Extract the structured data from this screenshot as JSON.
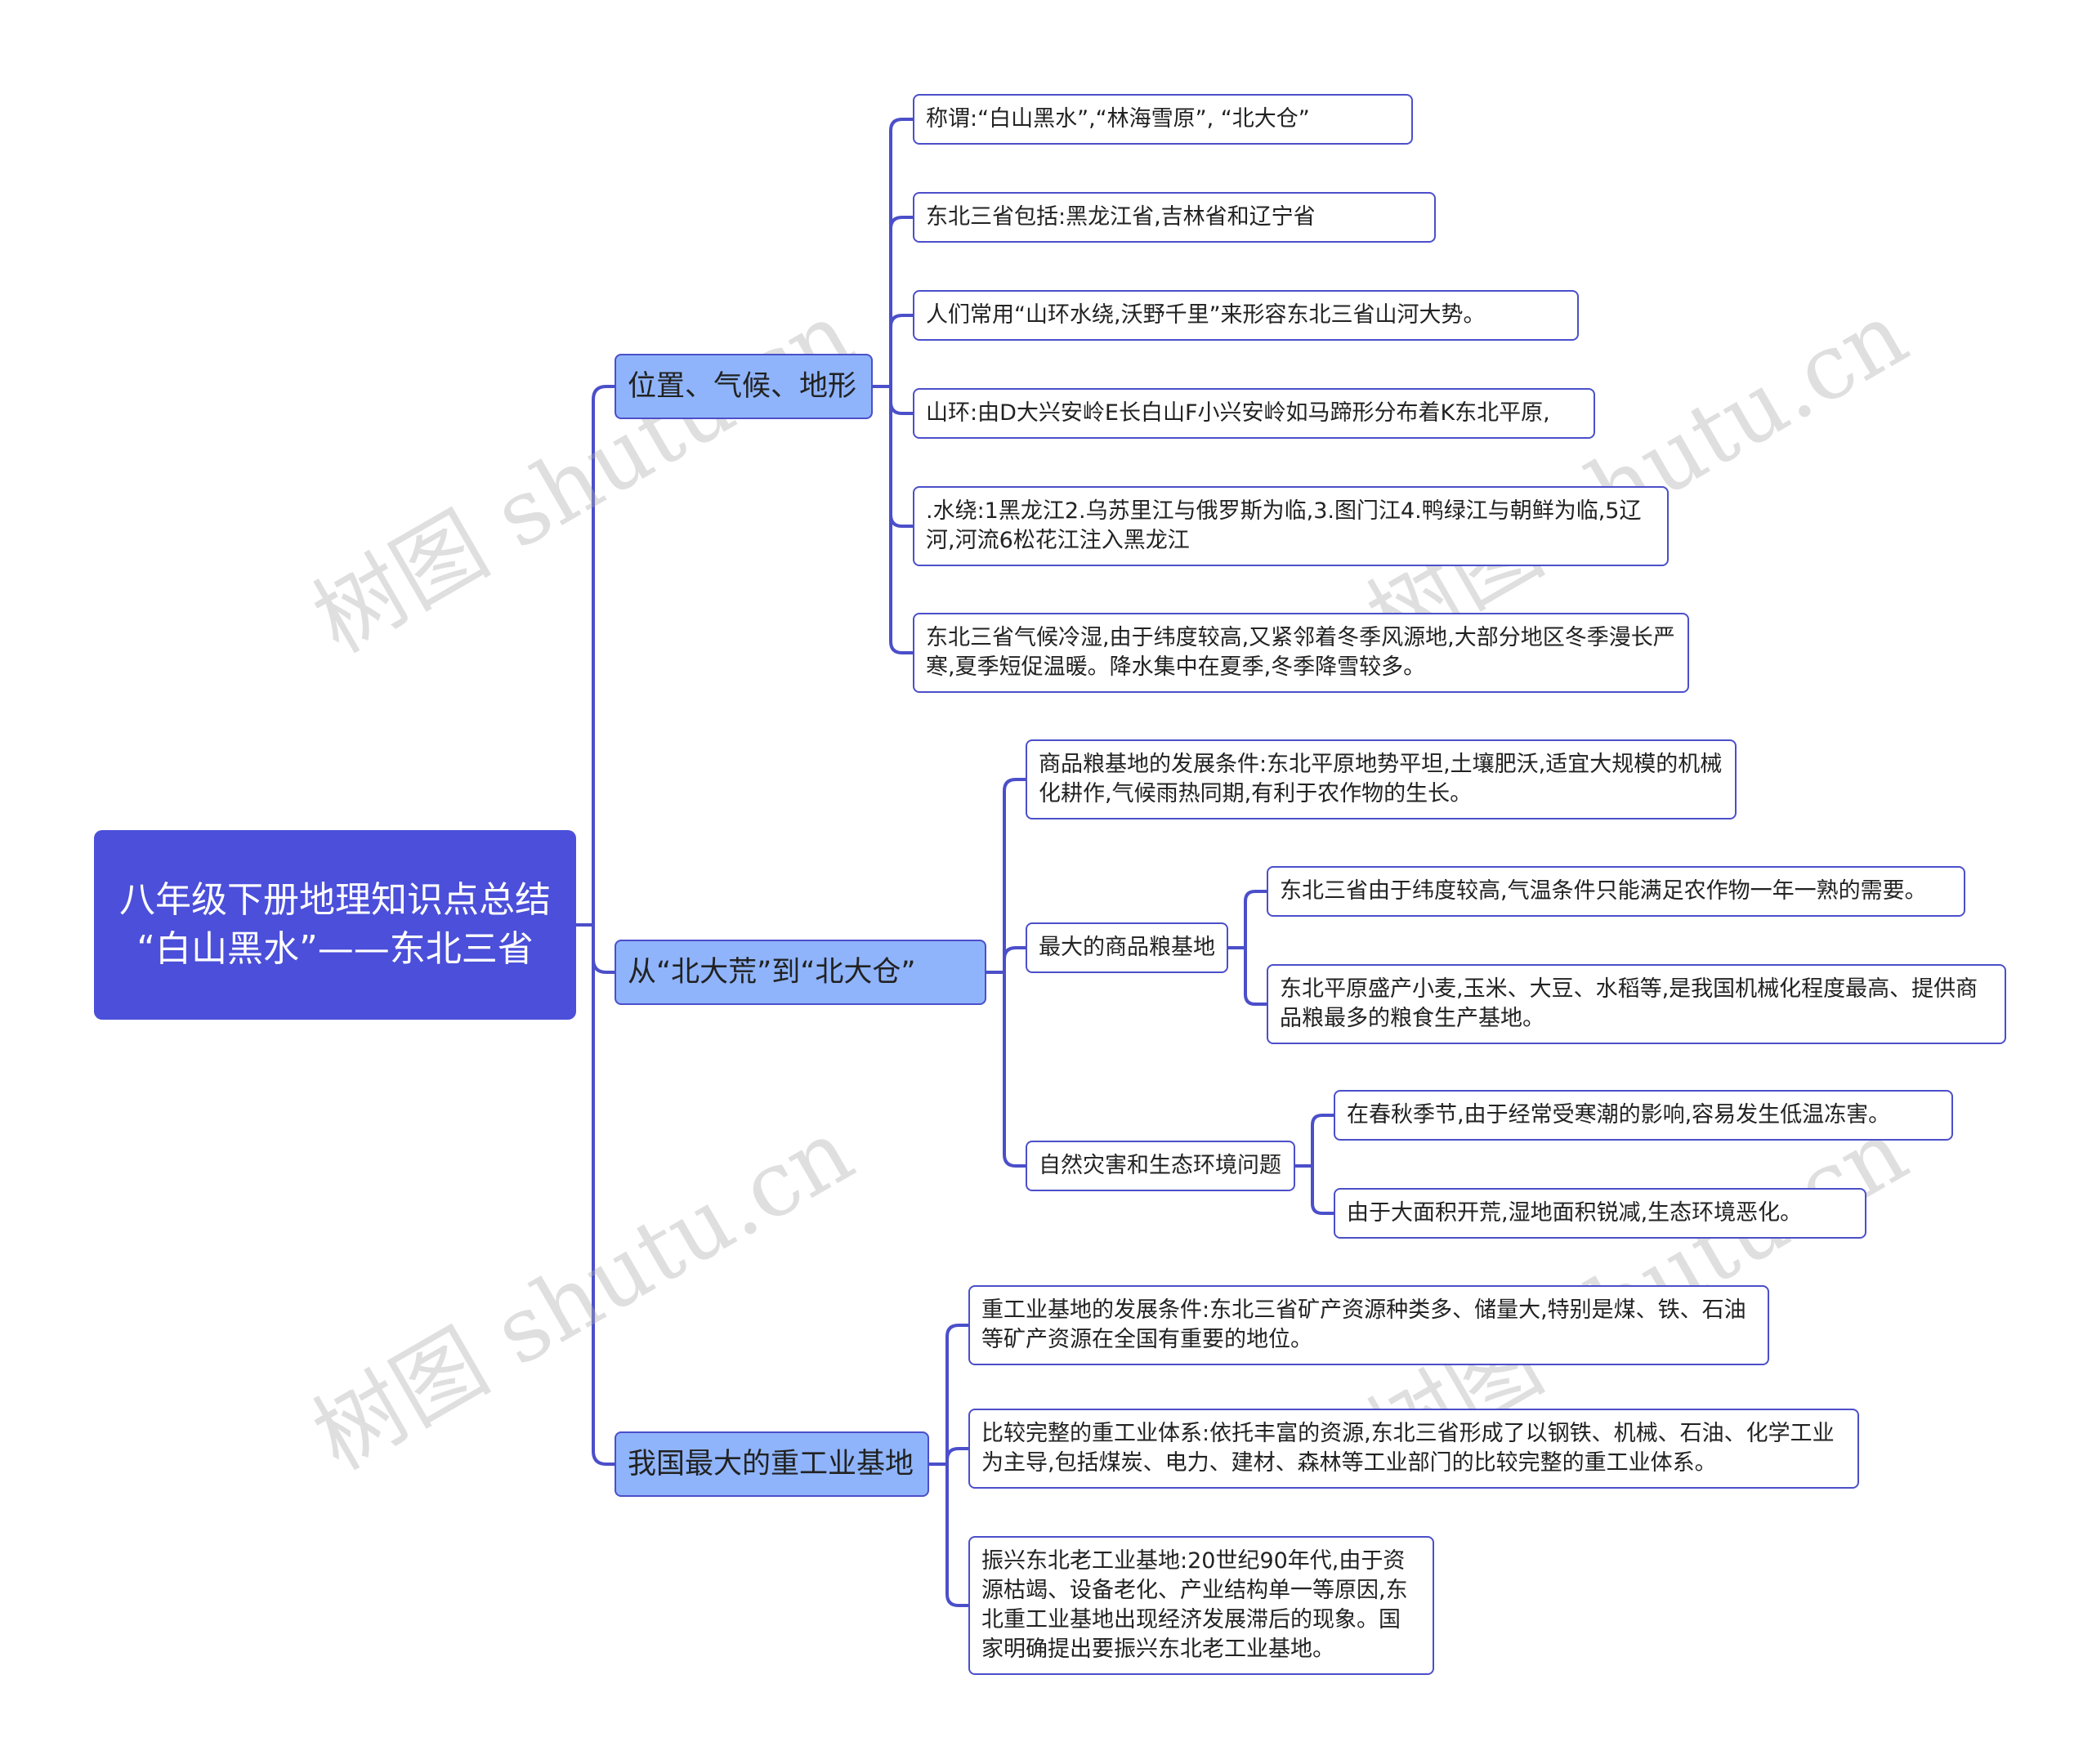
{
  "root": {
    "text": "八年级下册地理知识点总结 “白山黑水”——东北三省"
  },
  "branches": [
    {
      "label": "位置、气候、地形",
      "children": [
        {
          "text": "称谓:“白山黑水”,“林海雪原”, “北大仓”"
        },
        {
          "text": "东北三省包括:黑龙江省,吉林省和辽宁省"
        },
        {
          "text": "人们常用“山环水绕,沃野千里”来形容东北三省山河大势。"
        },
        {
          "text": "山环:由D大兴安岭E长白山F小兴安岭如马蹄形分布着K东北平原,"
        },
        {
          "text": ".水绕:1黑龙江2.乌苏里江与俄罗斯为临,3.图门江4.鸭绿江与朝鲜为临,5辽河,河流6松花江注入黑龙江"
        },
        {
          "text": "东北三省气候冷湿,由于纬度较高,又紧邻着冬季风源地,大部分地区冬季漫长严寒,夏季短促温暖。降水集中在夏季,冬季降雪较多。"
        }
      ]
    },
    {
      "label": "从“北大荒”到“北大仓”",
      "children": [
        {
          "text": "商品粮基地的发展条件:东北平原地势平坦,土壤肥沃,适宜大规模的机械化耕作,气候雨热同期,有利于农作物的生长。"
        },
        {
          "text": "最大的商品粮基地",
          "children": [
            {
              "text": "东北三省由于纬度较高,气温条件只能满足农作物一年一熟的需要。"
            },
            {
              "text": "东北平原盛产小麦,玉米、大豆、水稻等,是我国机械化程度最高、提供商品粮最多的粮食生产基地。"
            }
          ]
        },
        {
          "text": "自然灾害和生态环境问题",
          "children": [
            {
              "text": "在春秋季节,由于经常受寒潮的影响,容易发生低温冻害。"
            },
            {
              "text": "由于大面积开荒,湿地面积锐减,生态环境恶化。"
            }
          ]
        }
      ]
    },
    {
      "label": "我国最大的重工业基地",
      "children": [
        {
          "text": "重工业基地的发展条件:东北三省矿产资源种类多、储量大,特别是煤、铁、石油等矿产资源在全国有重要的地位。"
        },
        {
          "text": "比较完整的重工业体系:依托丰富的资源,东北三省形成了以钢铁、机械、石油、化学工业为主导,包括煤炭、电力、建材、森林等工业部门的比较完整的重工业体系。"
        },
        {
          "text": "振兴东北老工业基地:20世纪90年代,由于资源枯竭、设备老化、产业结构单一等原因,东北重工业基地出现经济发展滞后的现象。国家明确提出要振兴东北老工业基地。"
        }
      ]
    }
  ],
  "watermark": "树图 shutu.cn",
  "colors": {
    "root_bg": "#4b4fd9",
    "branch_bg": "#8fb4fb",
    "line": "#4b4fc9",
    "leaf_bg": "#ffffff"
  }
}
